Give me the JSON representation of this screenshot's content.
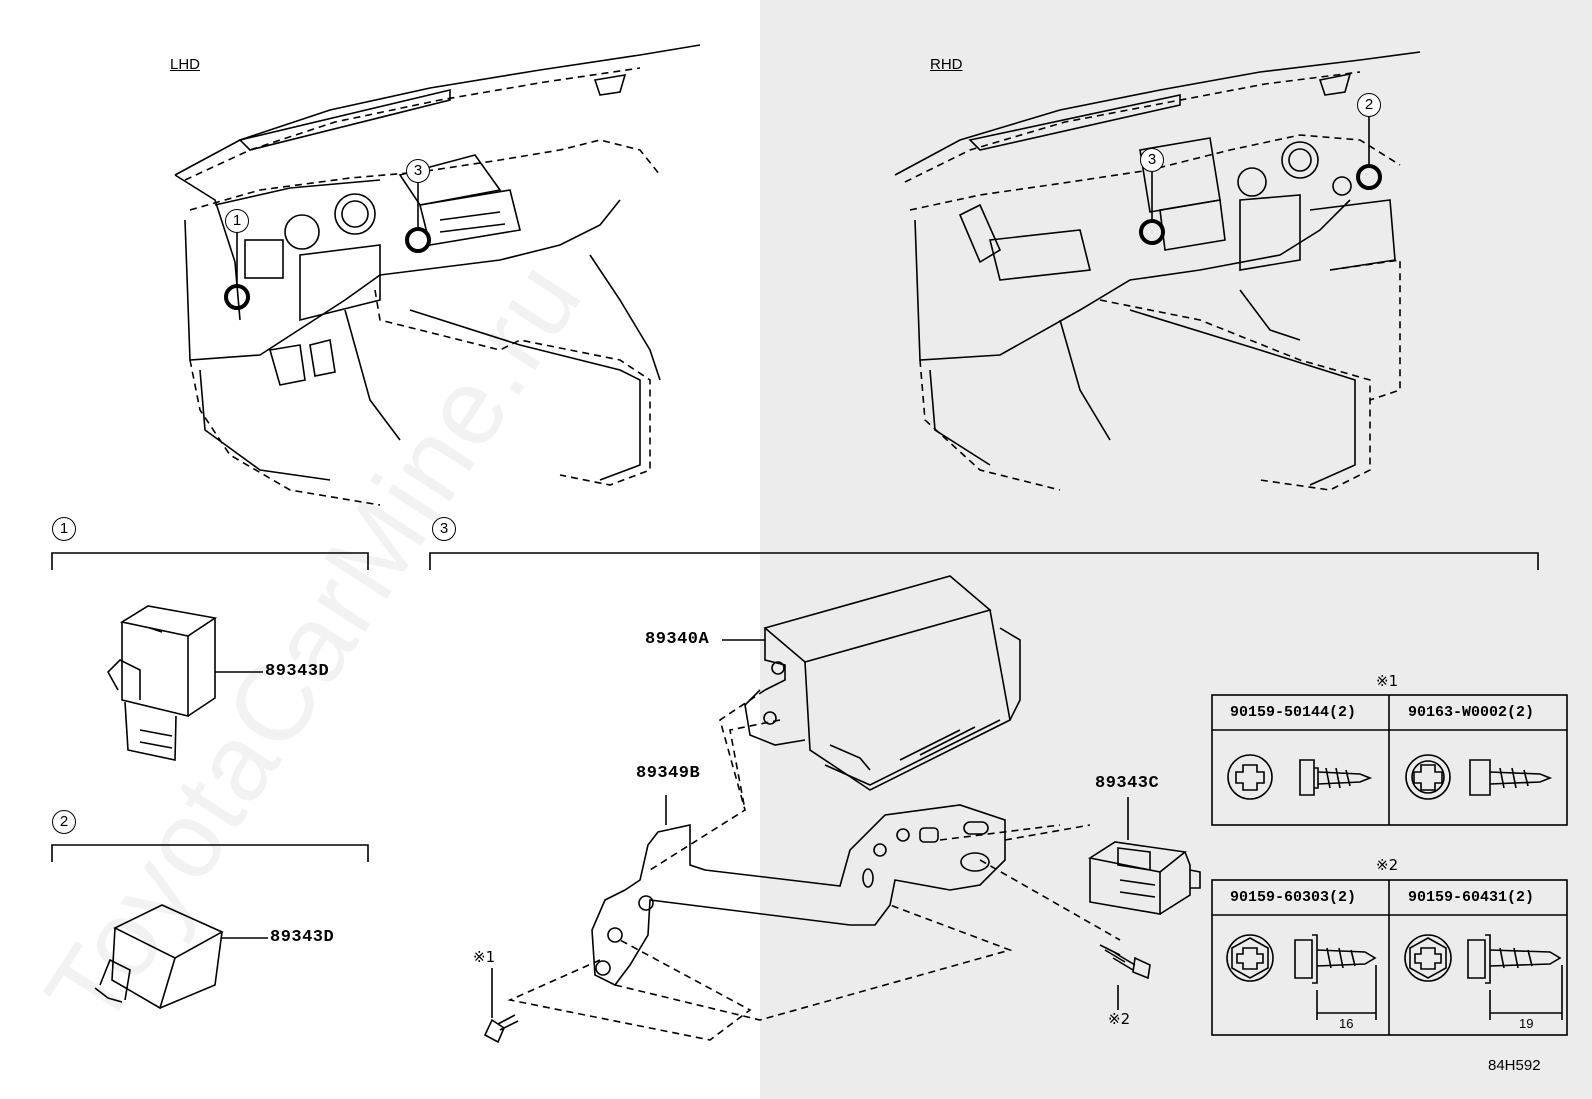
{
  "views": {
    "lhd": "LHD",
    "rhd": "RHD"
  },
  "callouts": {
    "c1": "1",
    "c2": "2",
    "c3": "3",
    "lhd_c1": "1",
    "lhd_c3": "3",
    "rhd_c2": "2",
    "rhd_c3": "3"
  },
  "parts": {
    "p89343d_a": "89343D",
    "p89343d_b": "89343D",
    "p89340a": "89340A",
    "p89349b": "89349B",
    "p89343c": "89343C"
  },
  "fastener_marks": {
    "m1": "※1",
    "m2": "※2",
    "m1_bolt": "※1",
    "m2_screw": "※2"
  },
  "fastener_table_1": {
    "col_a": "90159-50144(2)",
    "col_b": "90163-W0002(2)"
  },
  "fastener_table_2": {
    "col_a": "90159-60303(2)",
    "col_b": "90159-60431(2)",
    "dim_a": "16",
    "dim_b": "19"
  },
  "watermark": "ToyotaCarMine.ru",
  "figure_code": "84H592"
}
